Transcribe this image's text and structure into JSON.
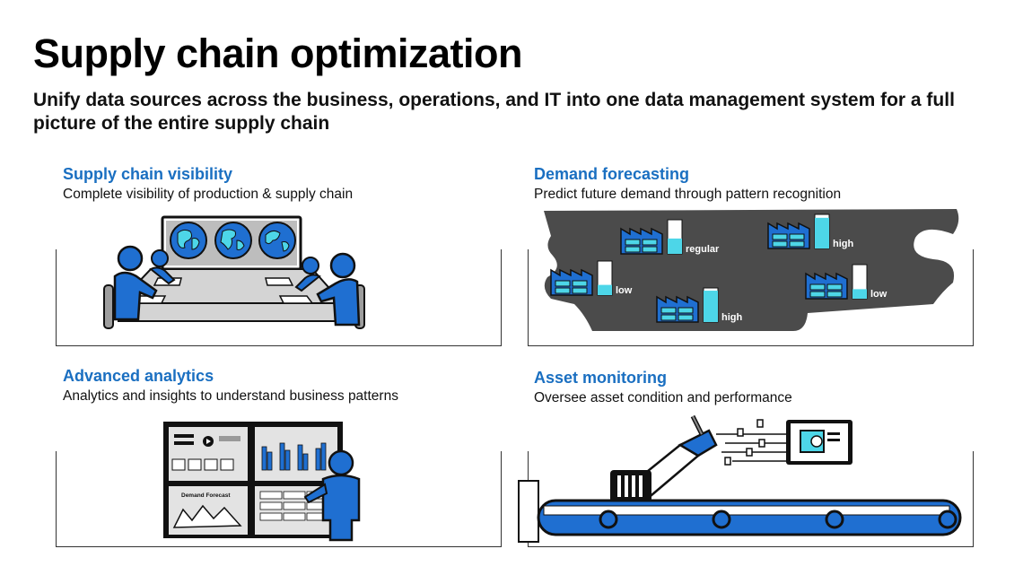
{
  "page": {
    "title": "Supply chain optimization",
    "subtitle": "Unify data sources across the business, operations, and IT into one data management system for a full picture of the entire supply chain"
  },
  "panels": {
    "visibility": {
      "title": "Supply chain visibility",
      "description": "Complete visibility of production & supply chain"
    },
    "forecasting": {
      "title": "Demand forecasting",
      "description": "Predict future demand through pattern recognition",
      "factories": [
        {
          "level": "regular",
          "fill": 0.45
        },
        {
          "level": "high",
          "fill": 0.9
        },
        {
          "level": "low",
          "fill": 0.3
        },
        {
          "level": "high",
          "fill": 0.92
        },
        {
          "level": "low",
          "fill": 0.28
        }
      ]
    },
    "analytics": {
      "title": "Advanced analytics",
      "description": "Analytics and insights to understand business patterns",
      "screen_label": "Demand Forecast"
    },
    "monitoring": {
      "title": "Asset monitoring",
      "description": "Oversee asset condition and performance"
    }
  },
  "colors": {
    "accent_blue": "#1a6fc1",
    "illustration_blue": "#1f6fd1",
    "cyan": "#4dd6e8",
    "dark_gray": "#4b4b4b"
  }
}
